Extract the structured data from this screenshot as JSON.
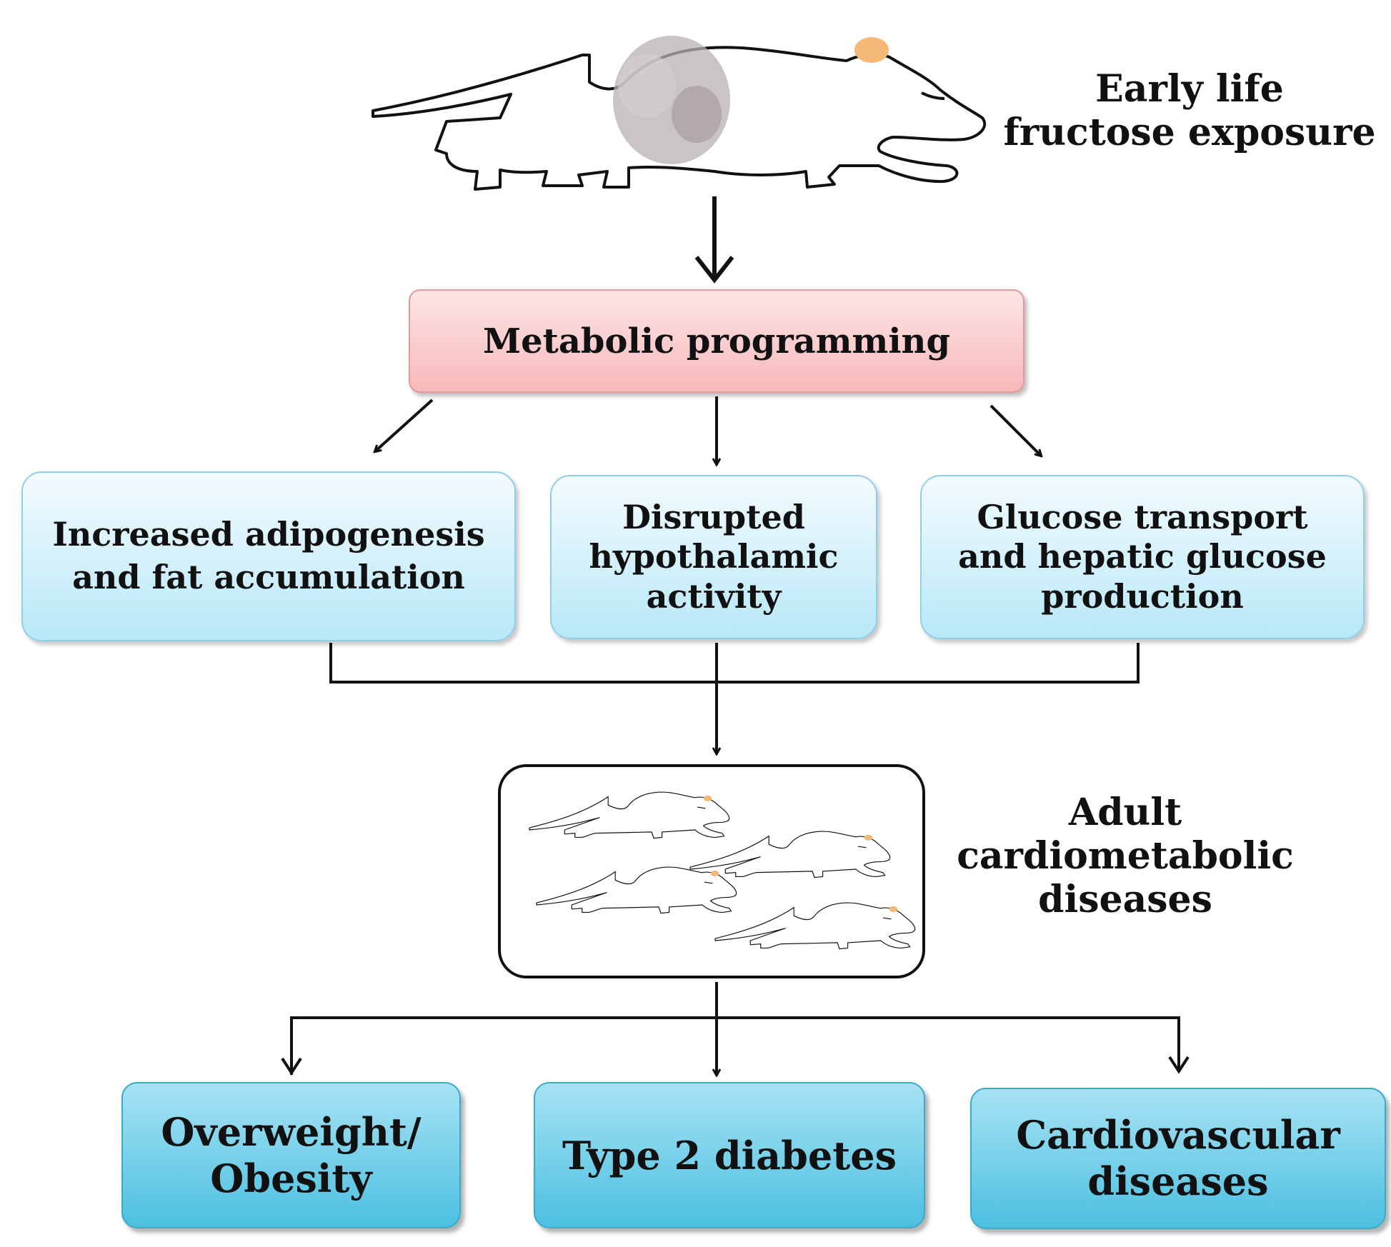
{
  "exposure_label": "Early life\nfructose exposure",
  "programming_label": "Metabolic programming",
  "mechanisms": [
    "Increased adipogenesis\nand fat accumulation",
    "Disrupted\nhypothalamic\nactivity",
    "Glucose transport\nand hepatic glucose\nproduction"
  ],
  "adult_label": "Adult\ncardiometabolic\ndiseases",
  "outcomes": [
    "Overweight/\nObesity",
    "Type 2 diabetes",
    "Cardiovascular\ndiseases"
  ],
  "colors": {
    "programming_fill": "#f7b9bb",
    "mechanism_fill": "#b8e8f8",
    "outcome_fill": "#4cbfe0",
    "rat_ear": "#f5b877"
  }
}
